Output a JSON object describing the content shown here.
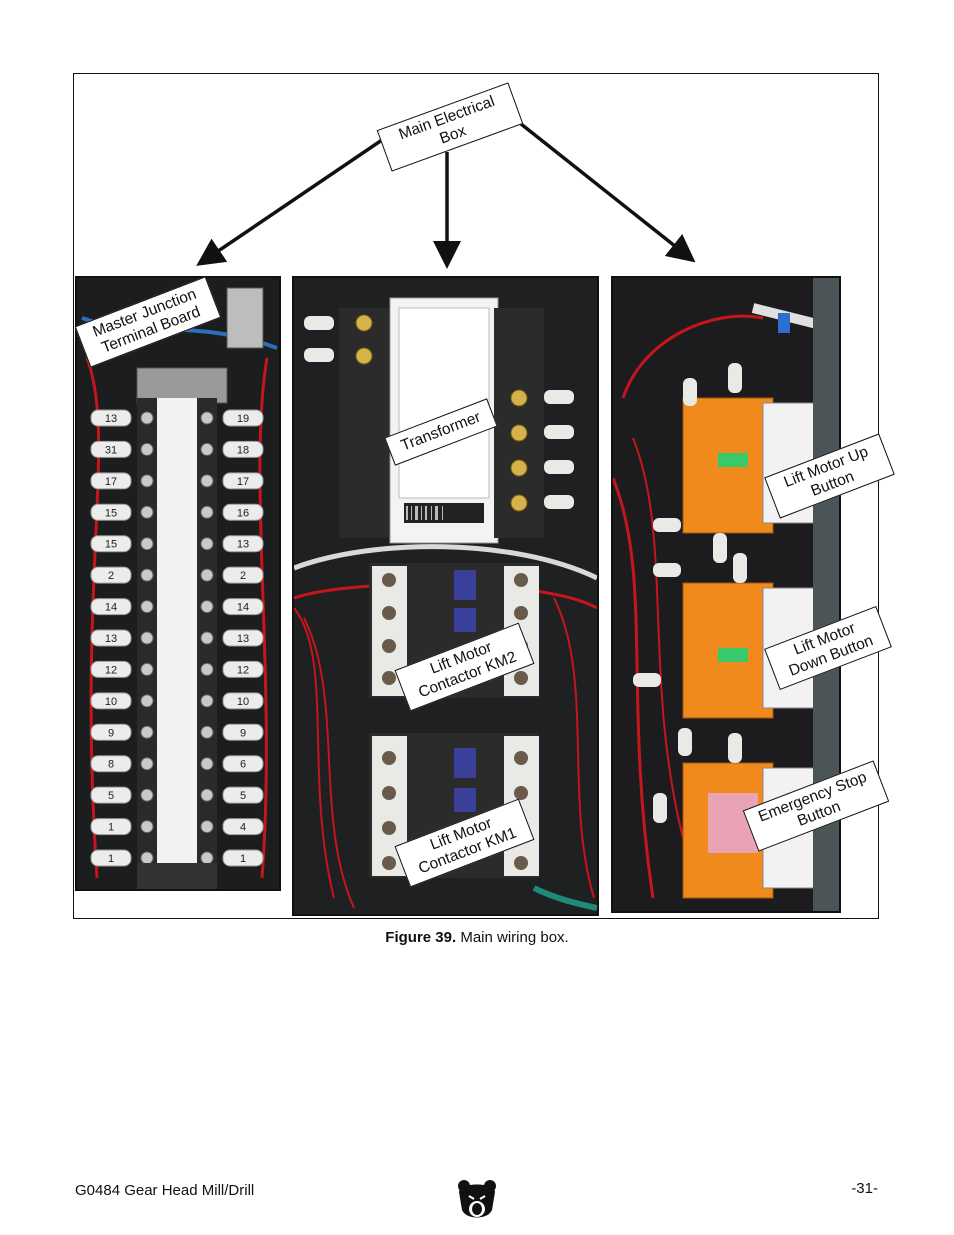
{
  "figure": {
    "callouts": {
      "main_box": [
        "Main Electrical",
        "Box"
      ],
      "master_junction": [
        "Master Junction",
        "Terminal Board"
      ],
      "transformer": [
        "Transformer"
      ],
      "km2": [
        "Lift Motor",
        "Contactor KM2"
      ],
      "km1": [
        "Lift Motor",
        "Contactor KM1"
      ],
      "lift_up": [
        "Lift Motor Up",
        "Button"
      ],
      "lift_down": [
        "Lift Motor",
        "Down Button"
      ],
      "estop": [
        "Emergency Stop",
        "Button"
      ]
    },
    "terminal_labels_left": [
      "13",
      "31",
      "17",
      "15",
      "15",
      "2",
      "14",
      "13",
      "12",
      "10",
      "9",
      "8",
      "5",
      "1",
      "1"
    ],
    "terminal_labels_right": [
      "19",
      "18",
      "17",
      "16",
      "13",
      "2",
      "14",
      "13",
      "12",
      "10",
      "9",
      "6",
      "5",
      "4",
      "1"
    ],
    "caption_label": "Figure 39.",
    "caption_text": " Main wiring box."
  },
  "footer": {
    "title": "G0484 Gear Head Mill/Drill",
    "page": "-31-"
  },
  "colors": {
    "ink": "#111111",
    "wire_red": "#c4161c",
    "button_orange": "#f08a1c",
    "contactor_white": "#e9e9e6"
  }
}
